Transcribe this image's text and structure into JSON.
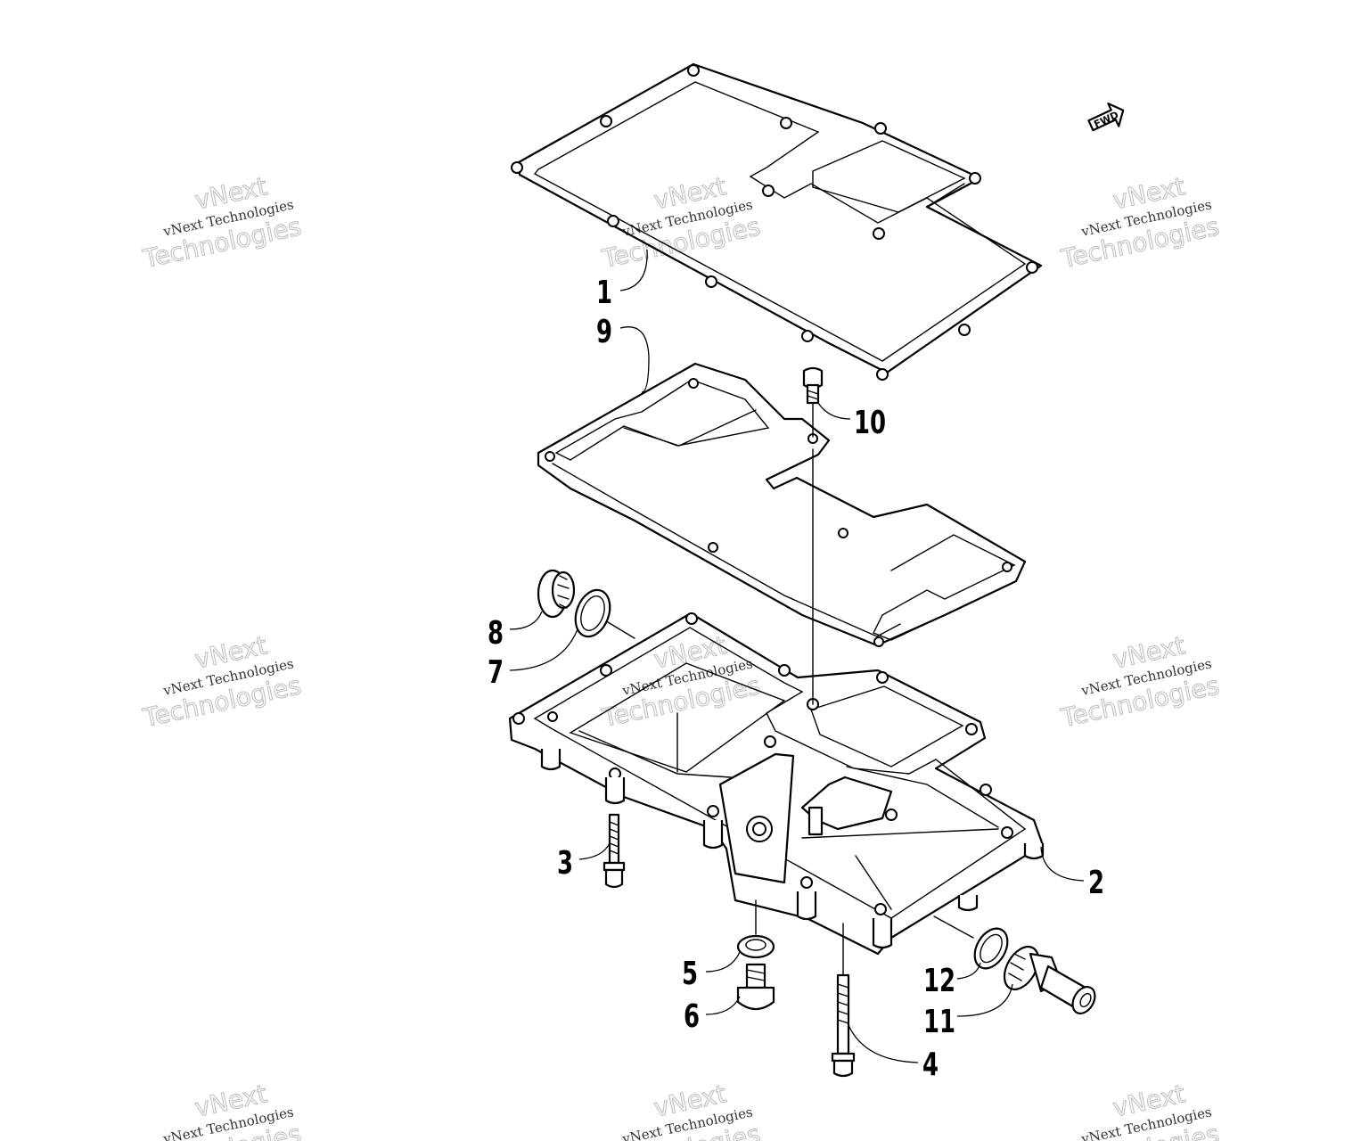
{
  "watermark": {
    "company": "vNext Technologies",
    "word1": "vNext",
    "word2": "Technologies"
  },
  "fwd_label": "FWD",
  "callouts": [
    {
      "id": "1",
      "label": "1"
    },
    {
      "id": "2",
      "label": "2"
    },
    {
      "id": "3",
      "label": "3"
    },
    {
      "id": "4",
      "label": "4"
    },
    {
      "id": "5",
      "label": "5"
    },
    {
      "id": "6",
      "label": "6"
    },
    {
      "id": "7",
      "label": "7"
    },
    {
      "id": "8",
      "label": "8"
    },
    {
      "id": "9",
      "label": "9"
    },
    {
      "id": "10",
      "label": "10"
    },
    {
      "id": "11",
      "label": "11"
    },
    {
      "id": "12",
      "label": "12"
    }
  ]
}
